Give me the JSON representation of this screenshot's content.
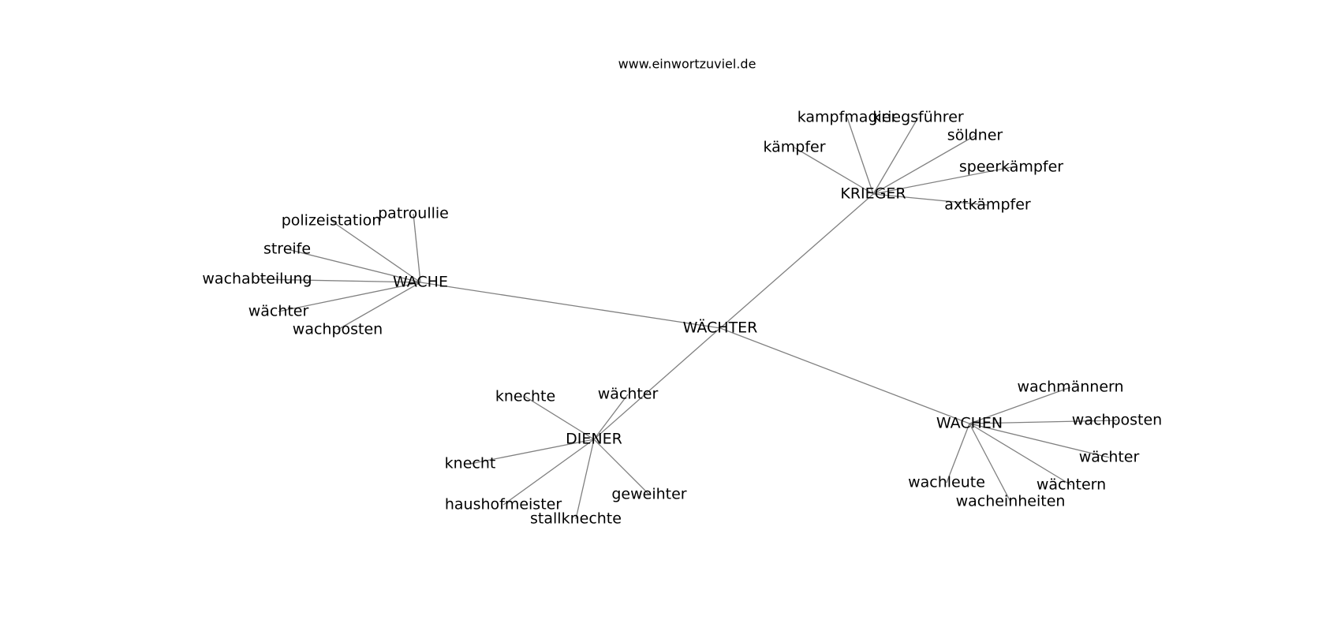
{
  "source": "www.einwortzuviel.de",
  "graph": {
    "nodes": [
      {
        "id": "WÄCHTER",
        "label": "WÄCHTER"
      },
      {
        "id": "WACHE",
        "label": "WACHE"
      },
      {
        "id": "KRIEGER",
        "label": "KRIEGER"
      },
      {
        "id": "DIENER",
        "label": "DIENER"
      },
      {
        "id": "WACHEN",
        "label": "WACHEN"
      },
      {
        "id": "wache-patroullie",
        "label": "patroullie"
      },
      {
        "id": "wache-polizeistation",
        "label": "polizeistation"
      },
      {
        "id": "wache-streife",
        "label": "streife"
      },
      {
        "id": "wache-wachabteilung",
        "label": "wachabteilung"
      },
      {
        "id": "wache-waechter",
        "label": "wächter"
      },
      {
        "id": "wache-wachposten",
        "label": "wachposten"
      },
      {
        "id": "krieger-kampfmagier",
        "label": "kampfmagier"
      },
      {
        "id": "krieger-kriegsfuehrer",
        "label": "kriegsführer"
      },
      {
        "id": "krieger-soeldner",
        "label": "söldner"
      },
      {
        "id": "krieger-kaempfer",
        "label": "kämpfer"
      },
      {
        "id": "krieger-speerkaempfer",
        "label": "speerkämpfer"
      },
      {
        "id": "krieger-axtkaempfer",
        "label": "axtkämpfer"
      },
      {
        "id": "diener-knechte",
        "label": "knechte"
      },
      {
        "id": "diener-waechter",
        "label": "wächter"
      },
      {
        "id": "diener-knecht",
        "label": "knecht"
      },
      {
        "id": "diener-haushofmeister",
        "label": "haushofmeister"
      },
      {
        "id": "diener-stallknechte",
        "label": "stallknechte"
      },
      {
        "id": "diener-geweihter",
        "label": "geweihter"
      },
      {
        "id": "wachen-wachmaennern",
        "label": "wachmännern"
      },
      {
        "id": "wachen-wachposten",
        "label": "wachposten"
      },
      {
        "id": "wachen-waechter",
        "label": "wächter"
      },
      {
        "id": "wachen-waechtern",
        "label": "wächtern"
      },
      {
        "id": "wachen-wachleute",
        "label": "wachleute"
      },
      {
        "id": "wachen-wacheinheiten",
        "label": "wacheinheiten"
      }
    ],
    "edges": [
      [
        "WÄCHTER",
        "WACHE"
      ],
      [
        "WÄCHTER",
        "KRIEGER"
      ],
      [
        "WÄCHTER",
        "DIENER"
      ],
      [
        "WÄCHTER",
        "WACHEN"
      ],
      [
        "WACHE",
        "wache-patroullie"
      ],
      [
        "WACHE",
        "wache-polizeistation"
      ],
      [
        "WACHE",
        "wache-streife"
      ],
      [
        "WACHE",
        "wache-wachabteilung"
      ],
      [
        "WACHE",
        "wache-waechter"
      ],
      [
        "WACHE",
        "wache-wachposten"
      ],
      [
        "KRIEGER",
        "krieger-kampfmagier"
      ],
      [
        "KRIEGER",
        "krieger-kriegsfuehrer"
      ],
      [
        "KRIEGER",
        "krieger-soeldner"
      ],
      [
        "KRIEGER",
        "krieger-kaempfer"
      ],
      [
        "KRIEGER",
        "krieger-speerkaempfer"
      ],
      [
        "KRIEGER",
        "krieger-axtkaempfer"
      ],
      [
        "DIENER",
        "diener-knechte"
      ],
      [
        "DIENER",
        "diener-waechter"
      ],
      [
        "DIENER",
        "diener-knecht"
      ],
      [
        "DIENER",
        "diener-haushofmeister"
      ],
      [
        "DIENER",
        "diener-stallknechte"
      ],
      [
        "DIENER",
        "diener-geweihter"
      ],
      [
        "WACHEN",
        "wachen-wachmaennern"
      ],
      [
        "WACHEN",
        "wachen-wachposten"
      ],
      [
        "WACHEN",
        "wachen-waechter"
      ],
      [
        "WACHEN",
        "wachen-waechtern"
      ],
      [
        "WACHEN",
        "wachen-wachleute"
      ],
      [
        "WACHEN",
        "wachen-wacheinheiten"
      ]
    ]
  }
}
